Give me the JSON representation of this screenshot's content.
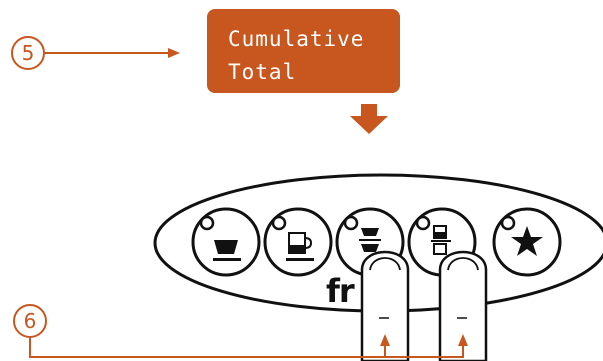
{
  "display": {
    "line1": "Cumulative",
    "line2": "Total",
    "color": "#c8561f"
  },
  "callouts": [
    {
      "number": "5"
    },
    {
      "number": "6"
    }
  ],
  "keypad": {
    "brand": "fr",
    "buttons": [
      {
        "icon": "espresso-cup-icon"
      },
      {
        "icon": "coffee-mug-icon"
      },
      {
        "icon": "double-espresso-icon"
      },
      {
        "icon": "double-mug-icon"
      },
      {
        "icon": "star-icon"
      }
    ]
  }
}
